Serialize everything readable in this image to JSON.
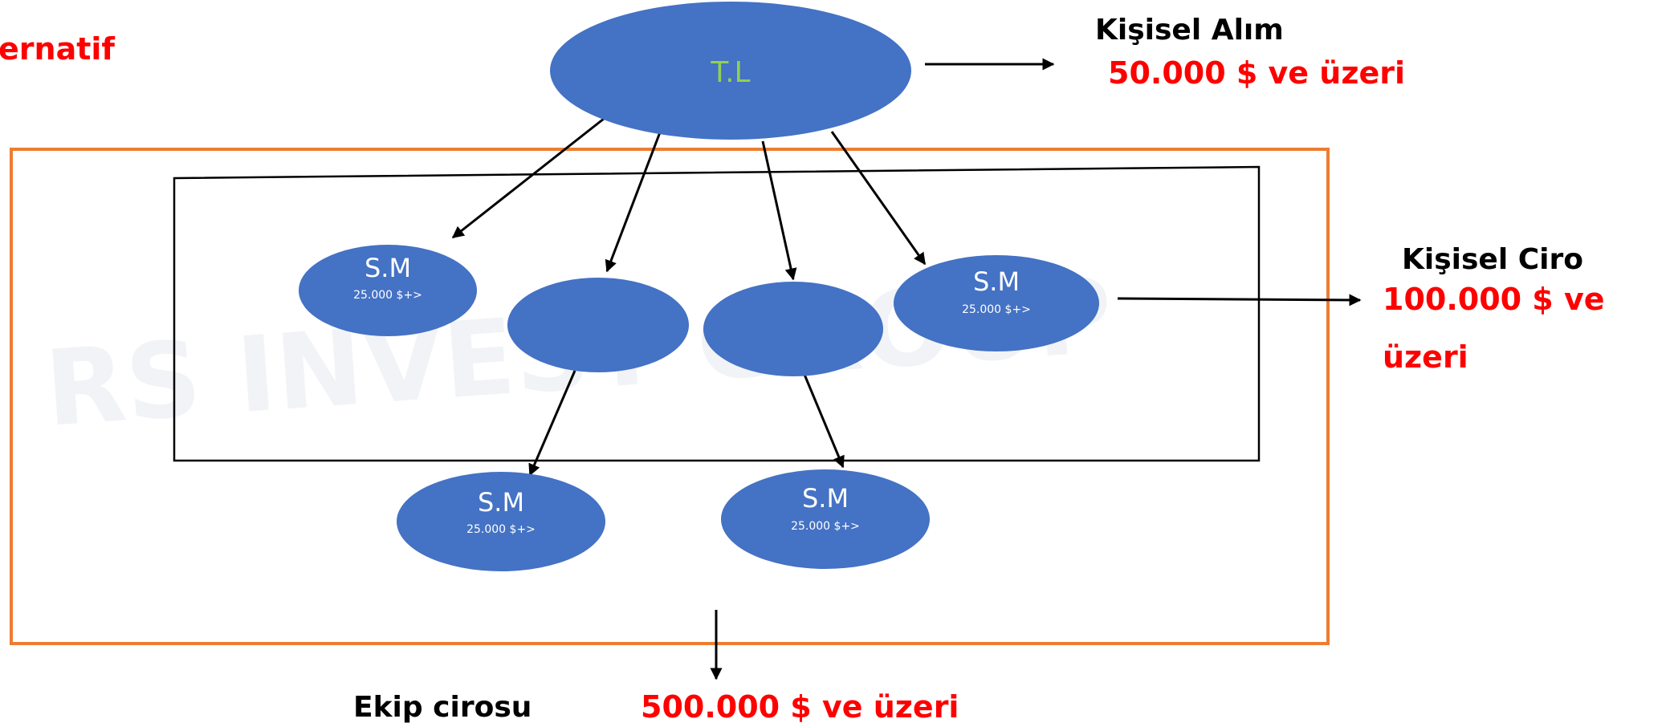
{
  "colors": {
    "node_fill": "#4472c4",
    "root_text": "#92d050",
    "node_text": "#ffffff",
    "highlight_text": "#ff0000",
    "label_text": "#000000",
    "outer_frame": "#ed7d31",
    "inner_frame": "#000000"
  },
  "slide_title_fragment": "ernatif",
  "root_node": {
    "label": "T.L"
  },
  "sm_nodes": [
    {
      "title": "S.M",
      "value": "25.000 $+>"
    },
    {
      "title": "S.M",
      "value": "25.000 $+>"
    },
    {
      "title": "S.M",
      "value": "25.000 $+>"
    },
    {
      "title": "S.M",
      "value": "25.000 $+>"
    }
  ],
  "annotations": {
    "personal_purchase": {
      "label": "Kişisel Alım",
      "value": "50.000 $ ve üzeri"
    },
    "personal_turnover": {
      "label": "Kişisel Ciro",
      "value_line1": "100.000 $ ve",
      "value_line2": "üzeri"
    },
    "team_turnover": {
      "label": "Ekip cirosu",
      "value": "500.000 $ ve üzeri"
    }
  },
  "watermark": "RS INVEST GROUP"
}
